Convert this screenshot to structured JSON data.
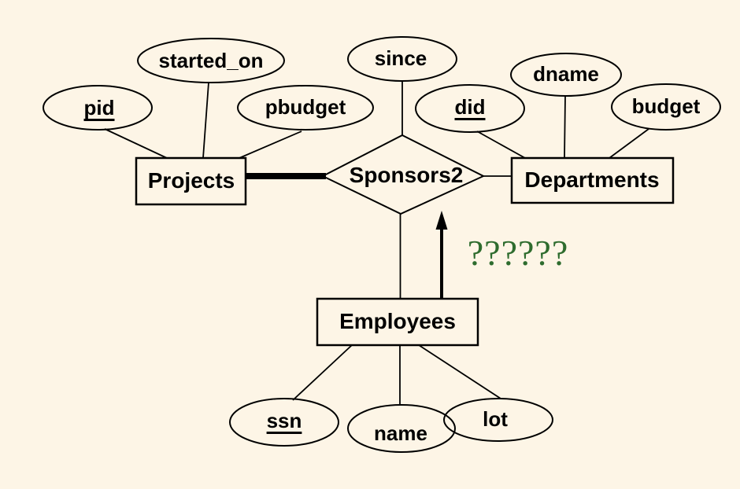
{
  "colors": {
    "background": "#fdf5e6",
    "line": "#000000",
    "text": "#000000",
    "question_marks": "#2e6c2e"
  },
  "entities": {
    "projects": {
      "label": "Projects"
    },
    "departments": {
      "label": "Departments"
    },
    "employees": {
      "label": "Employees"
    }
  },
  "relationship": {
    "label": "Sponsors2"
  },
  "attributes": {
    "pid": {
      "label": "pid",
      "is_key": true,
      "owner": "projects"
    },
    "started_on": {
      "label": "started_on",
      "is_key": false,
      "owner": "projects"
    },
    "pbudget": {
      "label": "pbudget",
      "is_key": false,
      "owner": "projects"
    },
    "since": {
      "label": "since",
      "is_key": false,
      "owner": "sponsors2"
    },
    "did": {
      "label": "did",
      "is_key": true,
      "owner": "departments"
    },
    "dname": {
      "label": "dname",
      "is_key": false,
      "owner": "departments"
    },
    "budget": {
      "label": "budget",
      "is_key": false,
      "owner": "departments"
    },
    "ssn": {
      "label": "ssn",
      "is_key": true,
      "owner": "employees"
    },
    "name": {
      "label": "name",
      "is_key": false,
      "owner": "employees"
    },
    "lot": {
      "label": "lot",
      "is_key": false,
      "owner": "employees"
    }
  },
  "connections": [
    {
      "from": "projects",
      "to": "sponsors2",
      "style": "thick-total-participation"
    },
    {
      "from": "sponsors2",
      "to": "departments",
      "style": "thin"
    },
    {
      "from": "employees",
      "to": "sponsors2",
      "style": "thin"
    },
    {
      "from": "employees",
      "to": "sponsors2",
      "style": "arrow-key-constraint"
    }
  ],
  "annotation": {
    "question_marks": "??????"
  }
}
